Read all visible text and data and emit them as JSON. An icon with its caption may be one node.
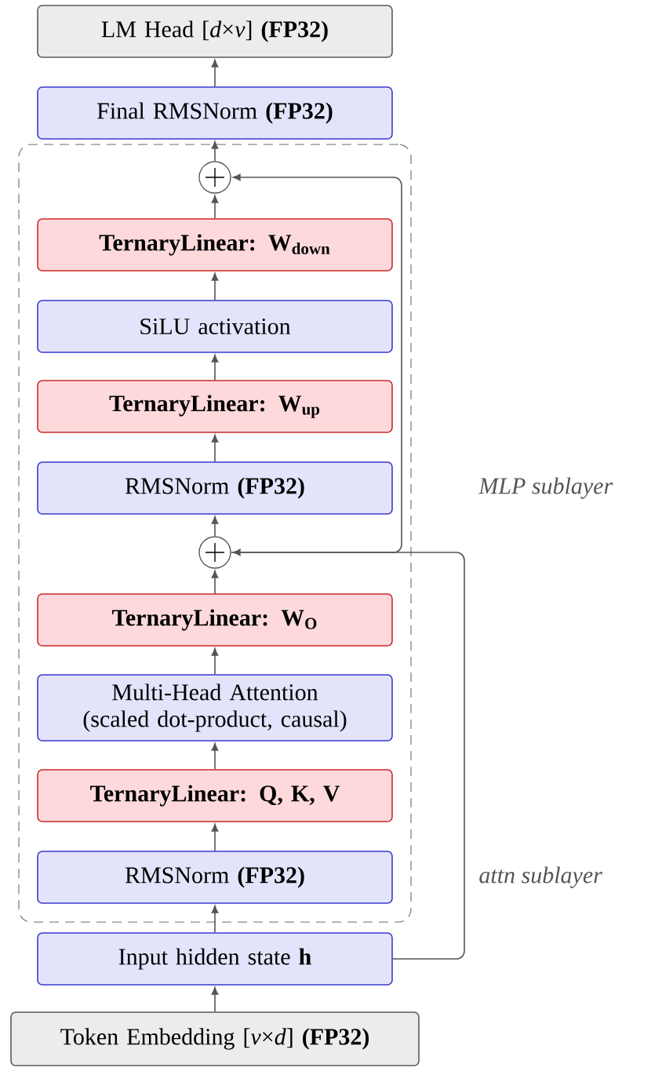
{
  "diagram": {
    "nodes": [
      {
        "text": [
          "LM Head [*d*×*v*] **(FP32)**"
        ]
      },
      {
        "text": [
          "Final RMSNorm **(FP32)**"
        ]
      },
      {
        "text": [],
        "shape": "box"
      },
      {
        "text": [],
        "shape": "circle",
        "in": 2
      },
      {
        "text": [
          "TernaryLinear: W$_{down}$"
        ],
        "in": 2
      },
      {
        "text": [
          "SiLU activation"
        ],
        "in": 2
      },
      {
        "text": [
          "TernaryLinear: W$_{up}$"
        ],
        "in": 2
      },
      {
        "text": [
          "RMSNorm **(FP32)**"
        ],
        "in": 2
      },
      {
        "text": [],
        "shape": "circle",
        "in": 2
      },
      {
        "text": [
          "TernaryLinear: W$_{O}$"
        ],
        "in": 2
      },
      {
        "text": [
          "Multi-Head Attention (scaled dot-product, causal)"
        ],
        "in": 2
      },
      {
        "text": [
          "TernaryLinear: Q, K, V"
        ],
        "in": 2
      },
      {
        "text": [
          "RMSNorm **(FP32)**"
        ],
        "in": 2
      },
      {
        "text": [
          "Input hidden state **h**"
        ]
      },
      {
        "text": [
          "Token Embedding [*v*×*d*] **(FP32)**"
        ]
      }
    ],
    "edges": [
      {
        "from": 14,
        "to": 13,
        "arrow": "to"
      },
      {
        "from": 13,
        "to": 12,
        "arrow": "to"
      },
      {
        "from": 12,
        "to": 11,
        "arrow": "to"
      },
      {
        "from": 11,
        "to": 10,
        "arrow": "to"
      },
      {
        "from": 10,
        "to": 9,
        "arrow": "to"
      },
      {
        "from": 9,
        "to": 8,
        "arrow": "to"
      },
      {
        "from": 13,
        "to": 8,
        "arrow": "to"
      },
      {
        "from": 8,
        "to": 7,
        "arrow": "to"
      },
      {
        "from": 7,
        "to": 6,
        "arrow": "to"
      },
      {
        "from": 6,
        "to": 5,
        "arrow": "to"
      },
      {
        "from": 5,
        "to": 4,
        "arrow": "to"
      },
      {
        "from": 4,
        "to": 3,
        "arrow": "to"
      },
      {
        "from": 8,
        "to": 3,
        "arrow": "to"
      },
      {
        "from": 3,
        "to": 1,
        "arrow": "to"
      },
      {
        "from": 1,
        "to": 0,
        "arrow": "to"
      }
    ],
    "labels": [
      "MLP sublayer",
      "attn sublayer"
    ]
  }
}
